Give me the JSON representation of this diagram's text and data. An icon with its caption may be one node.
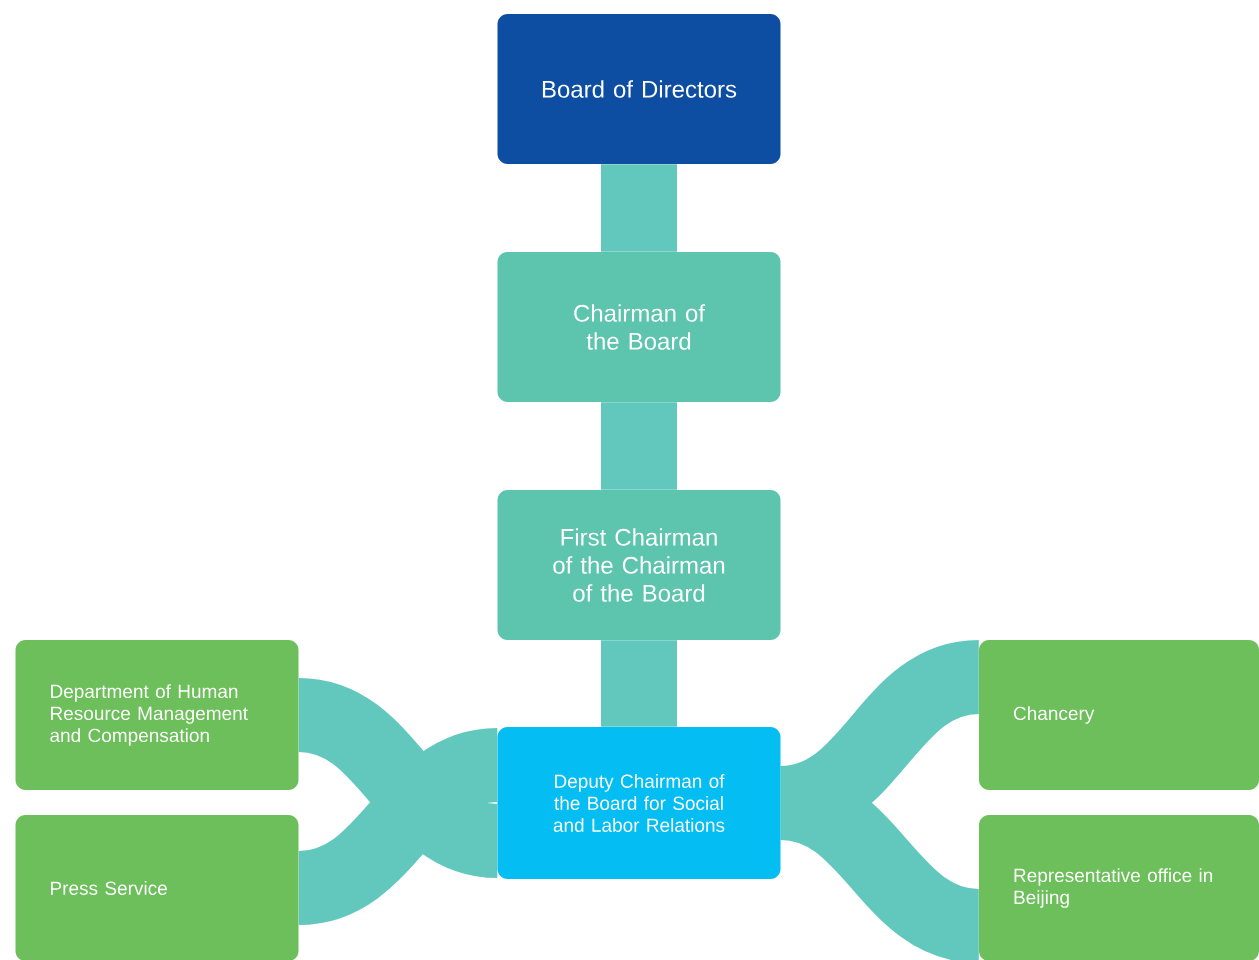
{
  "diagram": {
    "nodes": [
      {
        "text": [
          "Board of Directors"
        ]
      },
      {
        "text": [
          "Chairman of the Board"
        ]
      },
      {
        "text": [
          "First Chairman of the Chairman of the Board"
        ]
      },
      {
        "text": [
          "Deputy Chairman of the Board for Social and Labor Relations"
        ]
      },
      {
        "text": [
          "Department of Human Resource Management and Compensation"
        ]
      },
      {
        "text": [
          "Press Service"
        ]
      },
      {
        "text": [
          "Chancery"
        ]
      },
      {
        "text": [
          "Representative office in Beijing"
        ]
      }
    ],
    "edges": [
      {
        "from": 0,
        "to": 1,
        "arrow": "none"
      },
      {
        "from": 1,
        "to": 2,
        "arrow": "none"
      },
      {
        "from": 2,
        "to": 3,
        "arrow": "none"
      },
      {
        "from": 4,
        "to": 3,
        "arrow": "none"
      },
      {
        "from": 5,
        "to": 3,
        "arrow": "none"
      },
      {
        "from": 3,
        "to": 6,
        "arrow": "none"
      },
      {
        "from": 3,
        "to": 7,
        "arrow": "none"
      }
    ]
  }
}
